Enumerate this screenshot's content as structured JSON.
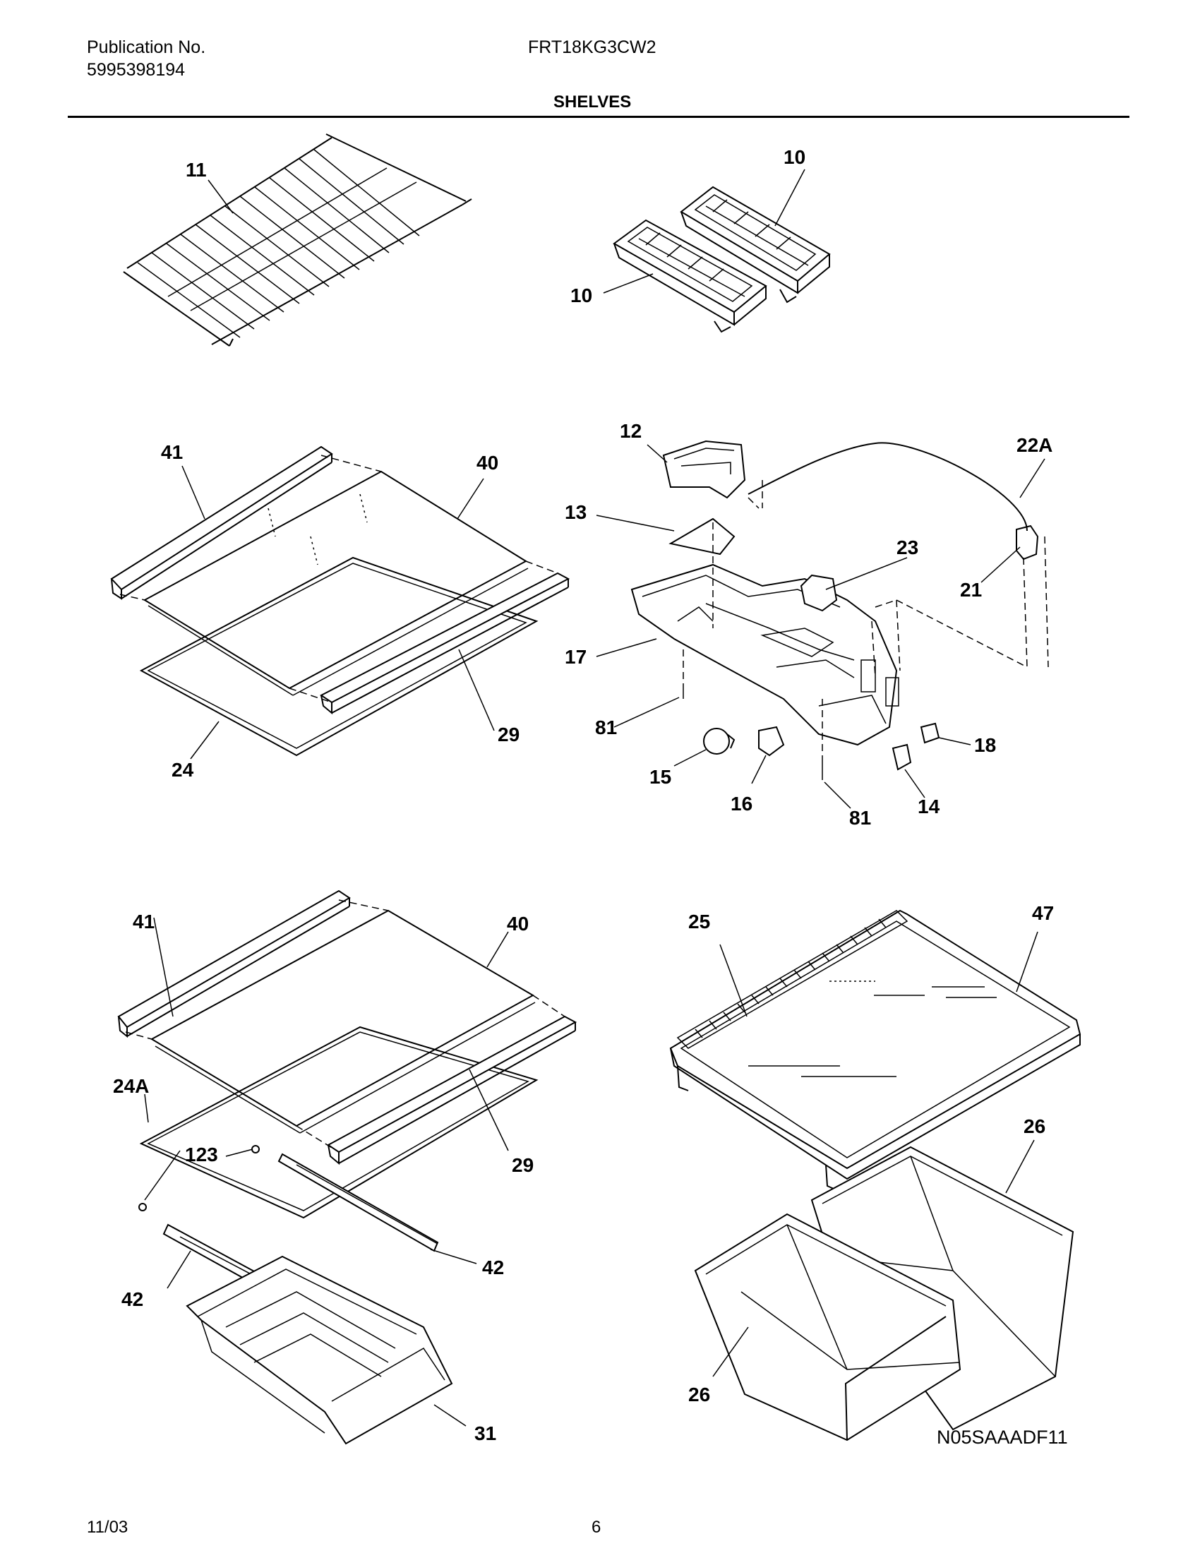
{
  "header": {
    "publication_label": "Publication No.",
    "publication_number": "5995398194",
    "model": "FRT18KG3CW2",
    "section_title": "SHELVES"
  },
  "callouts": {
    "c11": "11",
    "c10a": "10",
    "c10b": "10",
    "c41a": "41",
    "c40a": "40",
    "c29a": "29",
    "c24": "24",
    "c12": "12",
    "c13": "13",
    "c22a": "22A",
    "c23": "23",
    "c21": "21",
    "c17": "17",
    "c81a": "81",
    "c15": "15",
    "c16": "16",
    "c81b": "81",
    "c14": "14",
    "c18": "18",
    "c41b": "41",
    "c40b": "40",
    "c24a": "24A",
    "c123": "123",
    "c29b": "29",
    "c42a": "42",
    "c42b": "42",
    "c31": "31",
    "c25": "25",
    "c47": "47",
    "c26a": "26",
    "c26b": "26"
  },
  "footer": {
    "date": "11/03",
    "page": "6",
    "drawing_code": "N05SAAADF11"
  }
}
